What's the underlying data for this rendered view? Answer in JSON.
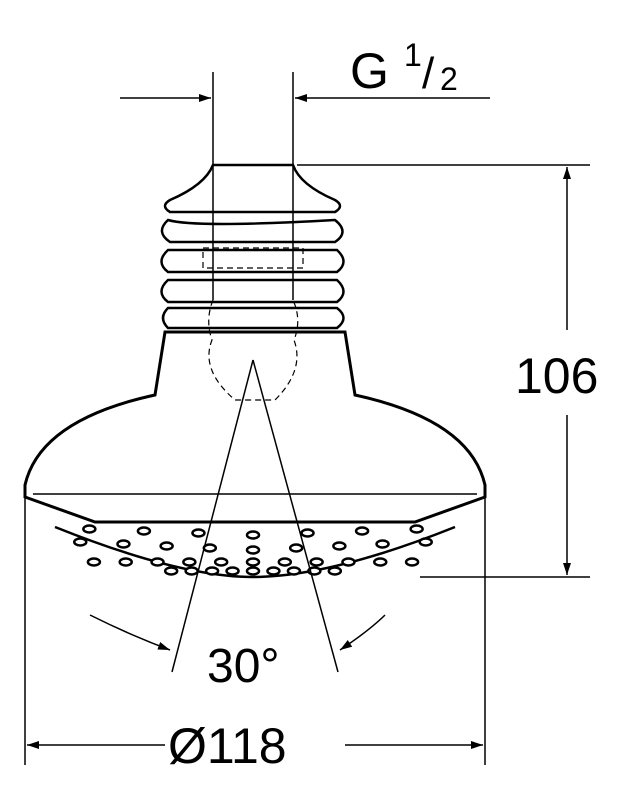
{
  "drawing": {
    "thread_label": {
      "letter": "G",
      "numerator": "1",
      "slash": "/",
      "denominator": "2"
    },
    "height_label": "106",
    "angle_label": "30°",
    "diameter_label": "Ø118"
  },
  "colors": {
    "line": "#000000",
    "background": "#ffffff"
  }
}
